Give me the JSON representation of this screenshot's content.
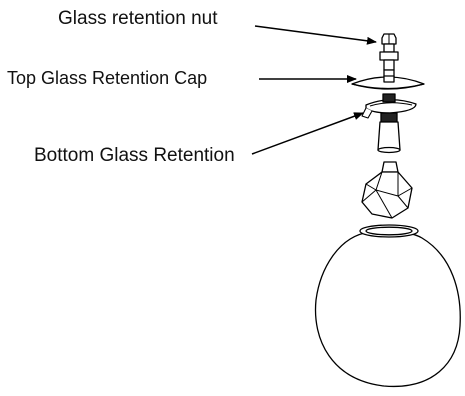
{
  "callouts": {
    "retention_nut": "Glass retention nut",
    "top_cap": "Top Glass Retention Cap",
    "bottom_retention": "Bottom Glass Retention"
  }
}
